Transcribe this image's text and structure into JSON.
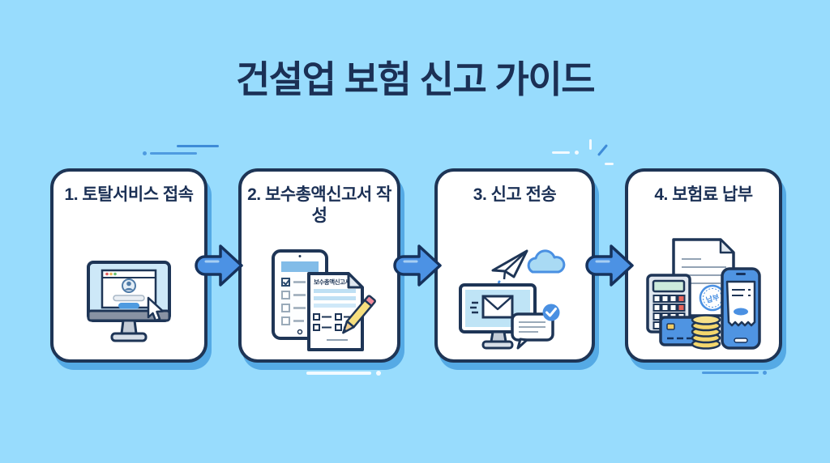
{
  "page": {
    "title": "건설업 보험 신고 가이드"
  },
  "steps": [
    {
      "label": "1. 토탈서비스 접속",
      "illustration": "monitor-login-illustration"
    },
    {
      "label": "2. 보수총액신고서 작성",
      "illustration": "tablet-form-pencil-illustration",
      "document_title": "보수총액신고서"
    },
    {
      "label": "3. 신고 전송",
      "illustration": "monitor-send-plane-cloud-illustration"
    },
    {
      "label": "4. 보험료 납부",
      "illustration": "calculator-card-coins-phone-illustration",
      "stamp_text": "납부"
    }
  ],
  "icons": {
    "flow_arrows": [
      "right-arrow-icon",
      "right-arrow-icon",
      "right-arrow-icon"
    ],
    "card1": [
      "monitor-icon",
      "browser-window-icon",
      "avatar-icon",
      "login-button",
      "mouse-cursor-icon"
    ],
    "card2": [
      "tablet-icon",
      "checklist-icon",
      "document-icon",
      "pencil-icon"
    ],
    "card3": [
      "paper-plane-icon",
      "cloud-icon",
      "monitor-icon",
      "envelope-icon",
      "speech-bubble-icon",
      "check-circle-icon"
    ],
    "card4": [
      "document-icon",
      "payment-stamp-icon",
      "calculator-icon",
      "credit-card-icon",
      "coins-icon",
      "smartphone-receipt-icon"
    ]
  },
  "colors": {
    "background": "#98DCFD",
    "card_background": "#FFFFFF",
    "card_border": "#1E3556",
    "card_shadow": "#55AAE5",
    "heading_text": "#1B3055",
    "arrow_fill": "#4C92E4",
    "accent_blue": "#4A90E2",
    "screen_blue": "#BFE4F6",
    "coin_yellow": "#F4D76D",
    "pencil_yellow": "#F6DF7E",
    "eraser_pink": "#F08A9B",
    "button_red": "#E8635A"
  }
}
